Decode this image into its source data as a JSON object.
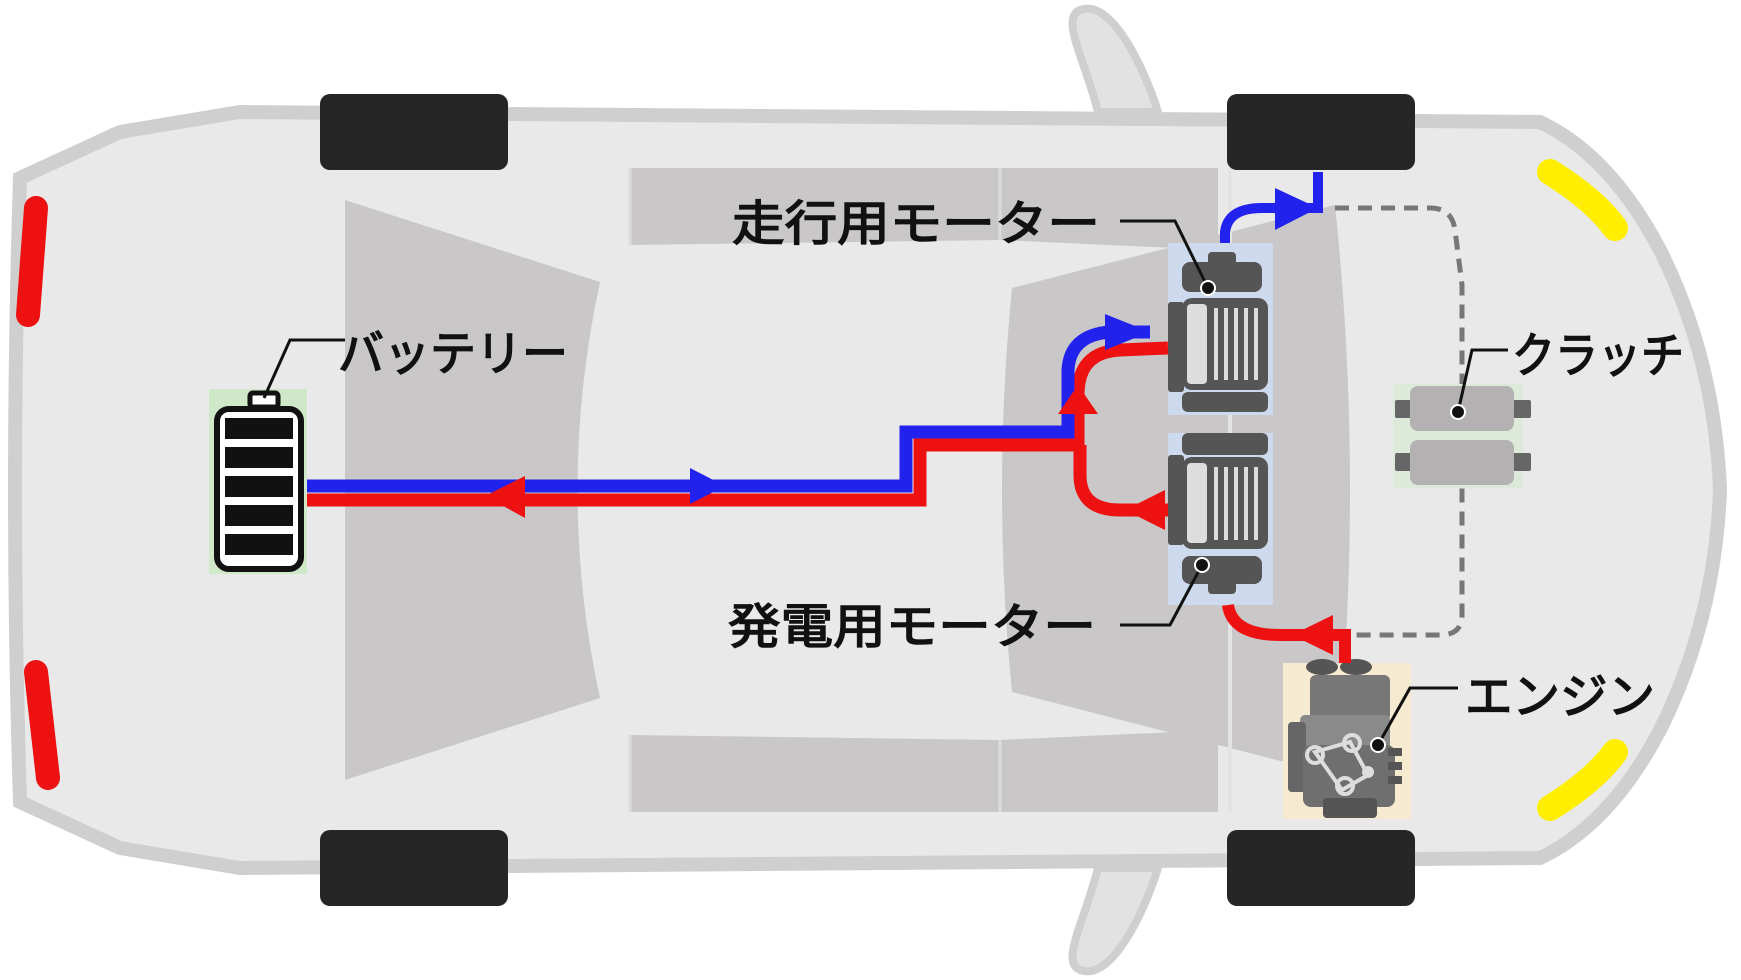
{
  "labels": {
    "drive_motor": "走行用モーター",
    "gen_motor": "発電用モーター",
    "battery": "バッテリー",
    "clutch": "クラッチ",
    "engine": "エンジン"
  },
  "colors": {
    "body": "#e9e9e9",
    "body_outline": "#cfcfcf",
    "panel": "#c9c7c8",
    "tire": "#262626",
    "power_flow_drive": "#2222ee",
    "power_flow_gen": "#ee1111",
    "rear_light": "#ee1111",
    "headlight": "#ffee00",
    "clutch_link": "#777777",
    "battery_bg": "#cfe8c8",
    "motor_bg": "#cdd9ec",
    "engine_bg": "#f6ead0"
  }
}
